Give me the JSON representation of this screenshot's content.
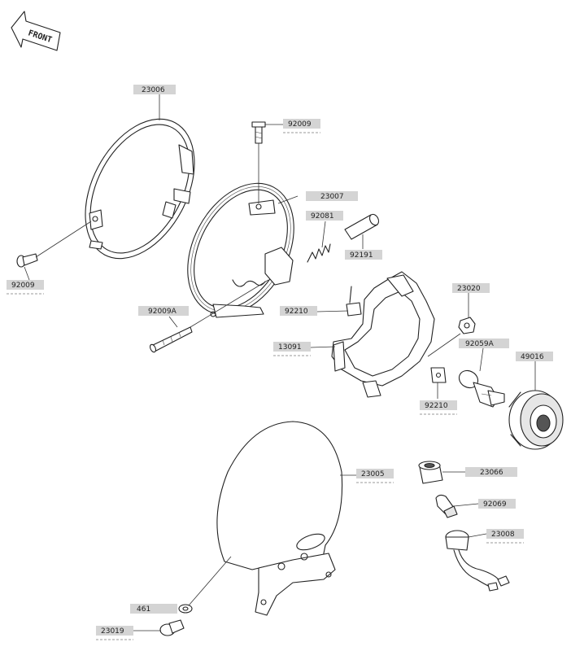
{
  "front_arrow": {
    "text": "FRONT"
  },
  "labels": [
    {
      "id": "23006",
      "text": "23006"
    },
    {
      "id": "92009-top",
      "text": "92009"
    },
    {
      "id": "23007",
      "text": "23007"
    },
    {
      "id": "92081",
      "text": "92081"
    },
    {
      "id": "92191",
      "text": "92191"
    },
    {
      "id": "92009-left",
      "text": "92009"
    },
    {
      "id": "92210-upper",
      "text": "92210"
    },
    {
      "id": "23020",
      "text": "23020"
    },
    {
      "id": "92009A",
      "text": "92009A"
    },
    {
      "id": "13091",
      "text": "13091"
    },
    {
      "id": "92059A",
      "text": "92059A"
    },
    {
      "id": "49016",
      "text": "49016"
    },
    {
      "id": "92210-lower",
      "text": "92210"
    },
    {
      "id": "23005",
      "text": "23005"
    },
    {
      "id": "23066",
      "text": "23066"
    },
    {
      "id": "92069",
      "text": "92069"
    },
    {
      "id": "23008",
      "text": "23008"
    },
    {
      "id": "461",
      "text": "461"
    },
    {
      "id": "23019",
      "text": "23019"
    }
  ]
}
